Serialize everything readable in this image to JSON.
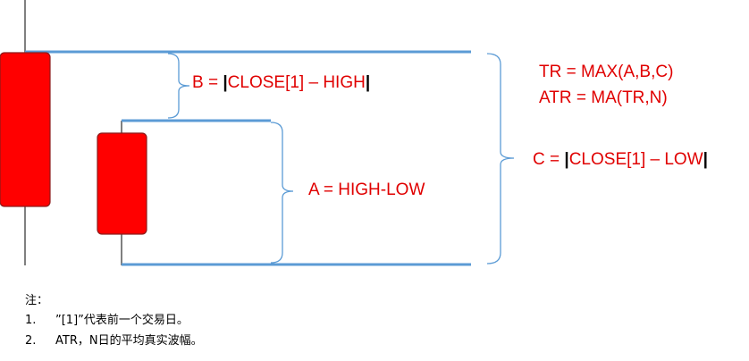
{
  "labels": {
    "b_prefix": "B = ",
    "b_body": "CLOSE[1] – HIGH",
    "a_label": "A = HIGH-LOW",
    "c_prefix": "C = ",
    "c_body": "CLOSE[1] – LOW",
    "bar": "|"
  },
  "formulas": {
    "tr": "TR = MAX(A,B,C)",
    "atr": "ATR = MA(TR,N)"
  },
  "notes": {
    "heading": "注：",
    "items": [
      {
        "num": "1.",
        "text": "”[1]”代表前一个交易日。"
      },
      {
        "num": "2.",
        "text": "ATR，N日的平均真实波幅。"
      }
    ]
  },
  "colors": {
    "candle": "#ff0000",
    "level_line": "#5b9bd5",
    "text": "#e00000"
  }
}
